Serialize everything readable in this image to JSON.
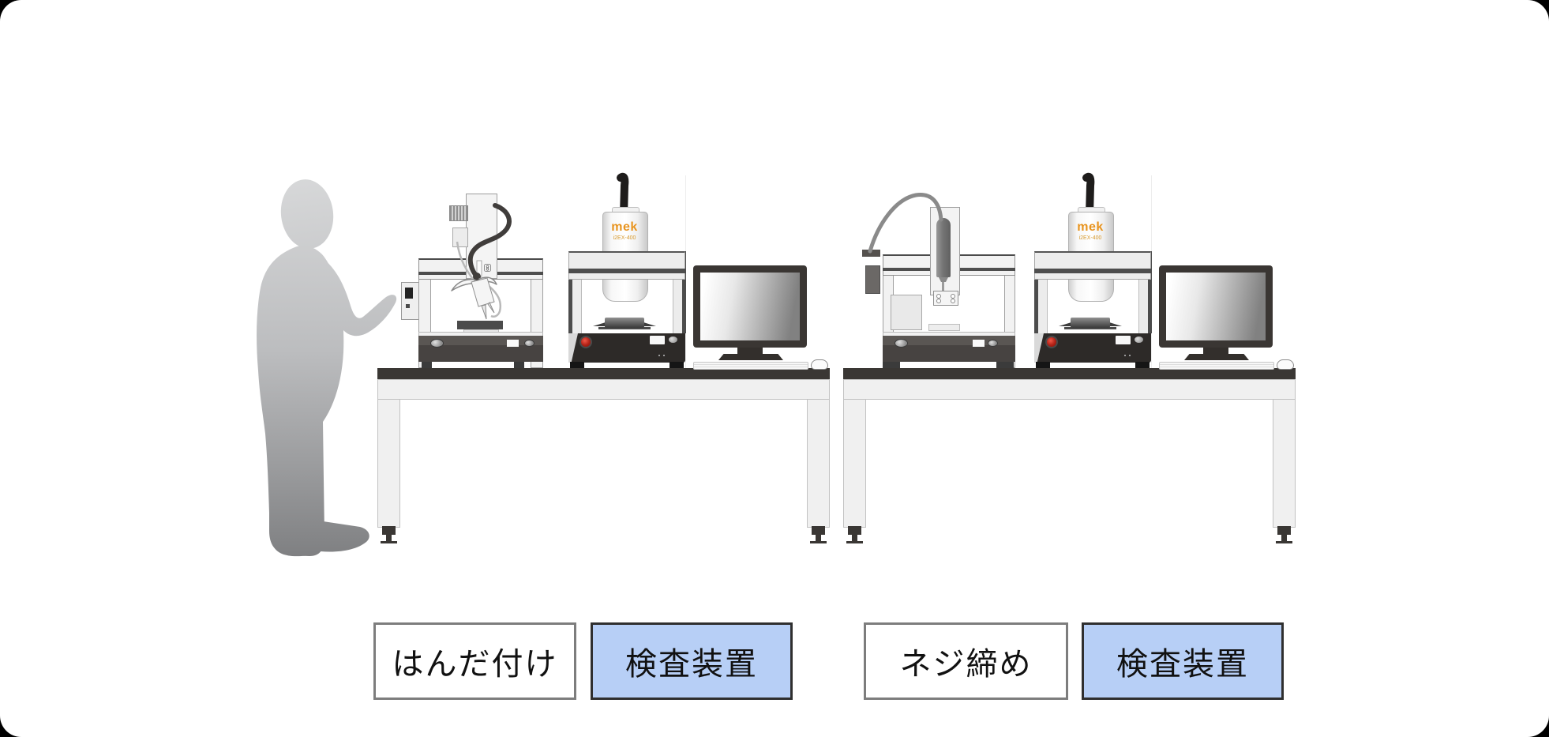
{
  "scene": {
    "background_color": "#ffffff",
    "outer_background": "#000000"
  },
  "stations": [
    {
      "machine_label": "はんだ付け",
      "inspection_label": "検査装置"
    },
    {
      "machine_label": "ネジ締め",
      "inspection_label": "検査装置"
    }
  ],
  "inspection_device": {
    "logo": "mek",
    "model": "i2EX-400"
  },
  "colors": {
    "label_highlight_fill": "#b7cff6",
    "label_plain_border": "#7d7d7d",
    "label_highlight_border": "#2f2f2f",
    "logo_orange": "#e8941f",
    "table_top": "#3a3734",
    "estop_red": "#c0281a"
  },
  "icons": [
    "worker-silhouette",
    "soldering-robot",
    "screw-tightening-robot",
    "inspection-camera",
    "monitor",
    "workbench"
  ]
}
